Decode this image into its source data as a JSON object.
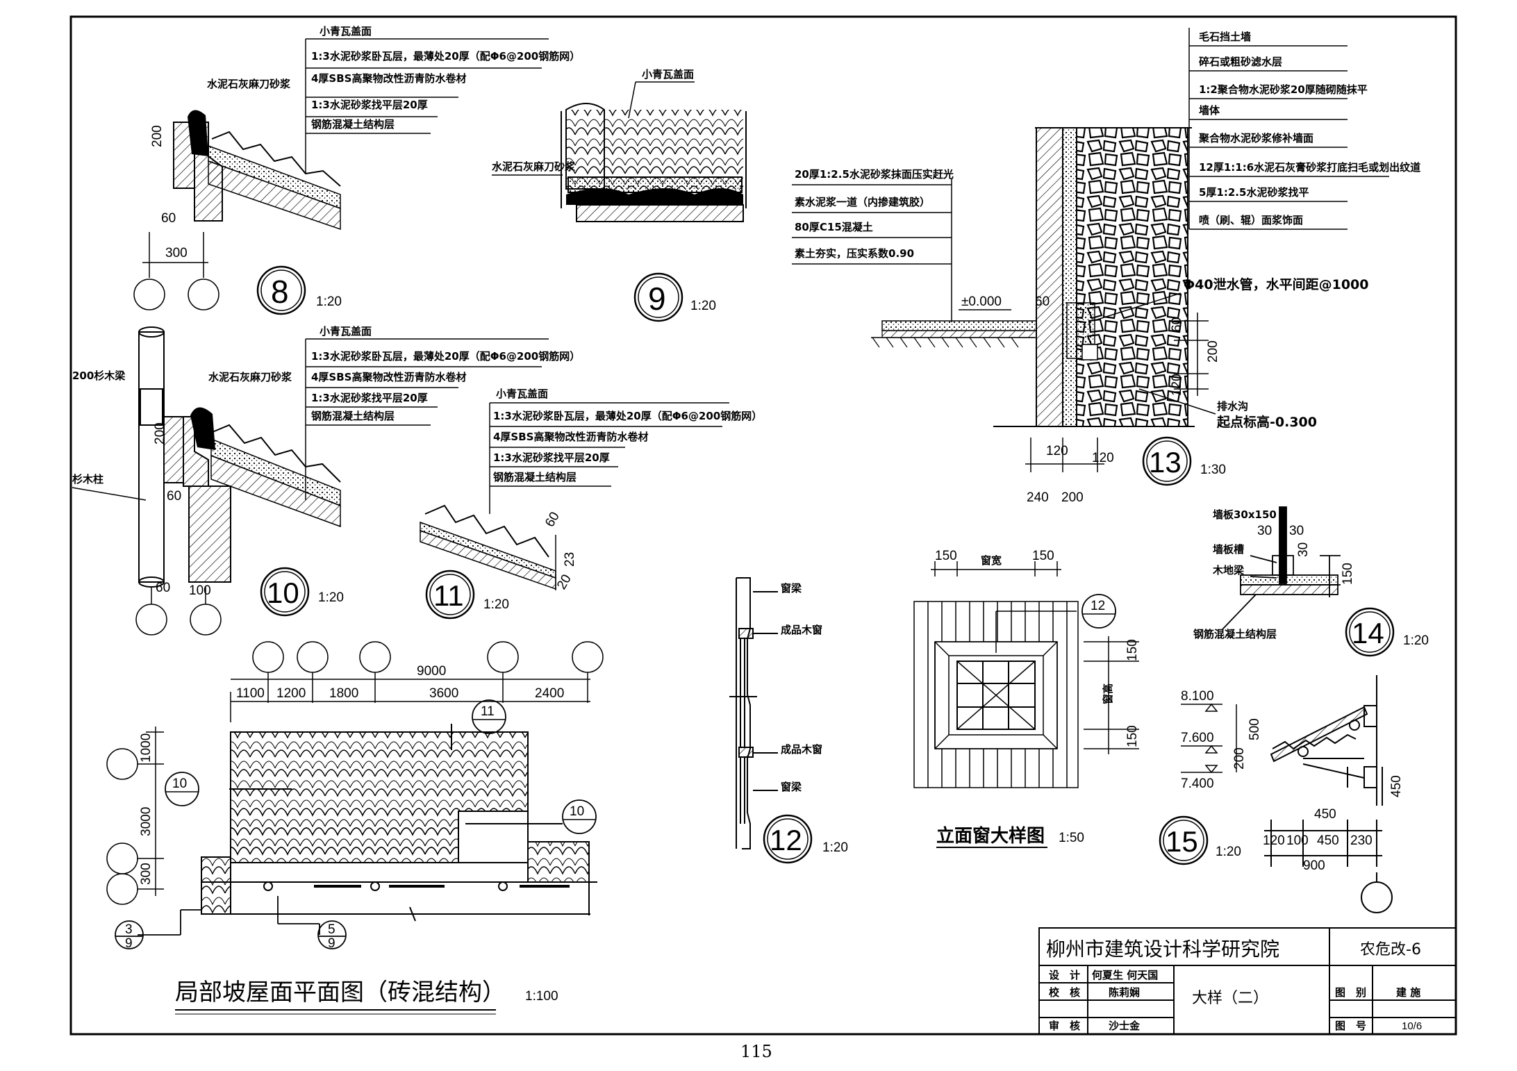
{
  "sheet": {
    "page_number": "115",
    "title_block": {
      "institute": "柳州市建筑设计科学研究院",
      "project_code": "农危改-6",
      "drawing_name": "大样（二）",
      "rows": [
        {
          "role": "设　计",
          "person": "何夏生 何天国"
        },
        {
          "role": "校　核",
          "person": "陈莉娴"
        },
        {
          "role": "审　核",
          "person": "沙士金"
        }
      ],
      "category_label": "图　别",
      "category_value": "建 施",
      "number_label": "图　号",
      "number_value": "10/6"
    }
  },
  "detail8": {
    "id": "8",
    "scale": "1:20",
    "layers": [
      "小青瓦盖面",
      "1:3水泥砂浆卧瓦层，最薄处20厚（配Φ6@200钢筋网）",
      "4厚SBS高聚物改性沥青防水卷材",
      "1:3水泥砂浆找平层20厚",
      "钢筋混凝土结构层"
    ],
    "mortar_label": "水泥石灰麻刀砂浆",
    "dims": [
      "200",
      "60",
      "300"
    ]
  },
  "detail9": {
    "id": "9",
    "scale": "1:20",
    "tile_label": "小青瓦盖面",
    "mortar_label": "水泥石灰麻刀砂浆"
  },
  "detail10": {
    "id": "10",
    "scale": "1:20",
    "layers": [
      "小青瓦盖面",
      "1:3水泥砂浆卧瓦层，最薄处20厚（配Φ6@200钢筋网）",
      "4厚SBS高聚物改性沥青防水卷材",
      "1:3水泥砂浆找平层20厚",
      "钢筋混凝土结构层"
    ],
    "beam_label": "200杉木梁",
    "mortar_label": "水泥石灰麻刀砂浆",
    "column_label": "杉木柱",
    "dims": [
      "200",
      "60",
      "60",
      "100"
    ]
  },
  "detail11": {
    "id": "11",
    "scale": "1:20",
    "layers": [
      "小青瓦盖面",
      "1:3水泥砂浆卧瓦层，最薄处20厚（配Φ6@200钢筋网）",
      "4厚SBS高聚物改性沥青防水卷材",
      "1:3水泥砂浆找平层20厚",
      "钢筋混凝土结构层"
    ],
    "dims": [
      "60",
      "23",
      "20"
    ]
  },
  "detail12": {
    "id": "12",
    "scale": "1:20",
    "labels": [
      "窗梁",
      "成品木窗",
      "成品木窗",
      "窗梁"
    ]
  },
  "detail13": {
    "id": "13",
    "scale": "1:30",
    "wall_layers": [
      "毛石挡土墙",
      "碎石或粗砂滤水层",
      "1:2聚合物水泥砂浆20厚随砌随抹平",
      "墙体",
      "聚合物水泥砂浆修补墙面",
      "12厚1:1:6水泥石灰膏砂浆打底扫毛或划出纹道",
      "5厚1:2.5水泥砂浆找平",
      "喷（刷、辊）面浆饰面"
    ],
    "floor_layers": [
      "20厚1:2.5水泥砂浆抹面压实赶光",
      "素水泥浆一道（内掺建筑胶）",
      "80厚C15混凝土",
      "素土夯实，压实系数0.90"
    ],
    "elevation": "±0.000",
    "drain_pipe": "Φ40泄水管，水平间距@1000",
    "ditch": [
      "排水沟",
      "起点标高-0.300"
    ],
    "dims": [
      "60",
      "60",
      "200",
      "120",
      "120",
      "120",
      "240",
      "200"
    ]
  },
  "detail14": {
    "id": "14",
    "scale": "1:20",
    "labels": [
      "墙板30x150",
      "墙板槽",
      "木地梁",
      "钢筋混凝土结构层"
    ],
    "dims": [
      "30",
      "30",
      "30",
      "150"
    ]
  },
  "detail15": {
    "id": "15",
    "scale": "1:20",
    "elevations": [
      "8.100",
      "7.600",
      "7.400"
    ],
    "dims": [
      "500",
      "200",
      "450",
      "450",
      "120",
      "100",
      "450",
      "230",
      "900"
    ]
  },
  "window_detail": {
    "title": "立面窗大样图",
    "scale": "1:50",
    "labels": [
      "窗宽",
      "窗高"
    ],
    "dims": [
      "150",
      "150",
      "150",
      "150"
    ],
    "ref": "12"
  },
  "plan": {
    "title": "局部坡屋面平面图（砖混结构）",
    "scale": "1:100",
    "total": "9000",
    "spans": [
      "1100",
      "1200",
      "1800",
      "3600",
      "2400"
    ],
    "heights": [
      "1000",
      "3000",
      "300"
    ],
    "refs": [
      "11",
      "10",
      "10"
    ],
    "section_marks": [
      {
        "top": "3",
        "bottom": "9"
      },
      {
        "top": "5",
        "bottom": "9"
      }
    ]
  }
}
